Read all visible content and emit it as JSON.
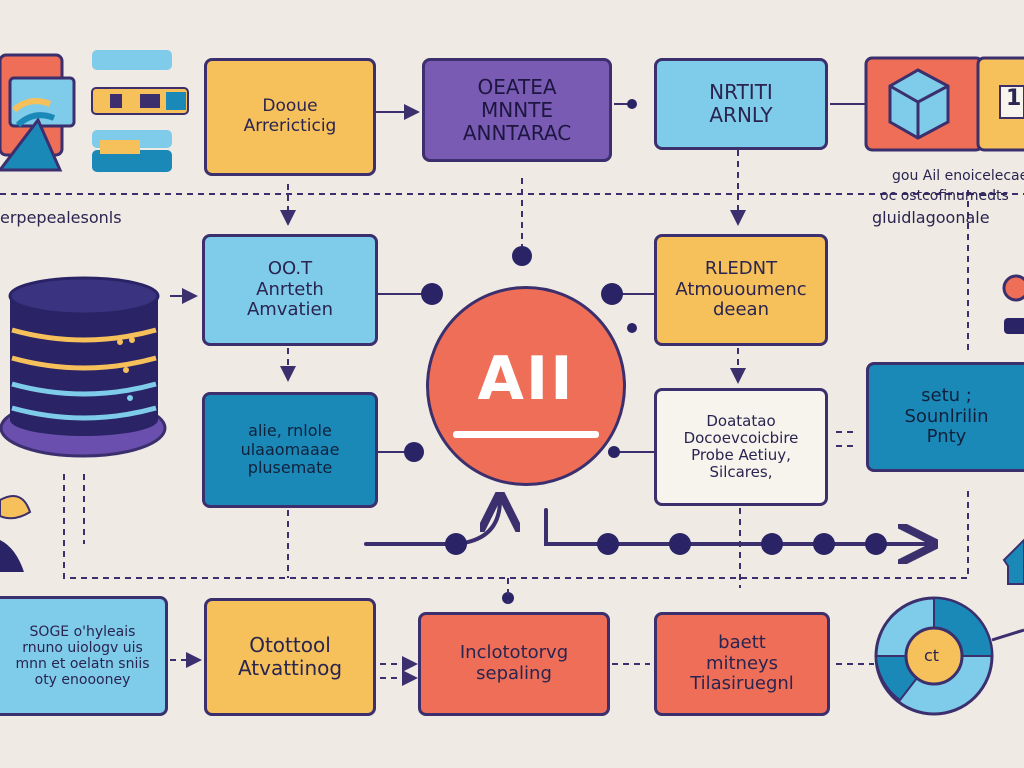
{
  "nodes": {
    "top_yellow": {
      "line1": "Dooue",
      "line2": "Arrericticig"
    },
    "top_purple": {
      "line1": "OEATEA",
      "line2": "MNNTE",
      "line3": "ANNTARAC"
    },
    "top_sky": {
      "line1": "NRTITI",
      "line2": "ARNLY"
    },
    "mid_sky": {
      "line1": "OO.T",
      "line2": "Anrteth",
      "line3": "Amvatien"
    },
    "mid_yellow": {
      "line1": "RLEDNT",
      "line2": "Atmououmenc",
      "line3": "deean"
    },
    "teal_left": {
      "line1": "alie, rnlole",
      "line2": "ulaaomaaae",
      "line3": "plusemate"
    },
    "white_right": {
      "line1": "Doatatao",
      "line2": "Docoevcoicbire",
      "line3": "Probe Aetiuy,",
      "line4": "Silcares,"
    },
    "teal_right": {
      "line1": "setu ;",
      "line2": "Sounlrilin",
      "line3": "Pnty"
    },
    "bottom_sky": {
      "line1": "SOGE o'hyleais",
      "line2": "rnuno uiologv uis",
      "line3": "mnn et oelatn sniis",
      "line4": "oty enoooney"
    },
    "bottom_yellow": {
      "line1": "Otottool",
      "line2": "Atvattinog"
    },
    "bottom_coral": {
      "line1": "Inclototorvg",
      "line2": "sepaling"
    },
    "bottom_coral_right": {
      "line1": "baett",
      "line2": "mitneys",
      "line3": "Tilasiruegnl"
    }
  },
  "center": {
    "label": "AII"
  },
  "labels": {
    "left_caption": "erpepealesonls",
    "right_caption_1": "gou Ail enoicelecae",
    "right_caption_2": "oc ostcofinumedts",
    "right_caption_3": "gluidlagoonale",
    "right_tab": "1",
    "circle_label": "ct"
  },
  "colors": {
    "background": "#efebe4",
    "outline": "#3b2f6e",
    "yellow": "#f6c15a",
    "purple": "#7a5bb4",
    "sky": "#7fcbea",
    "teal": "#1b89b8",
    "coral": "#ee6e57",
    "cream": "#f7f4ee"
  },
  "icons": [
    "document-stack-icon",
    "database-icon",
    "cube-icon",
    "pie-chart-icon",
    "leaf-icon",
    "house-icon",
    "key-icon"
  ]
}
